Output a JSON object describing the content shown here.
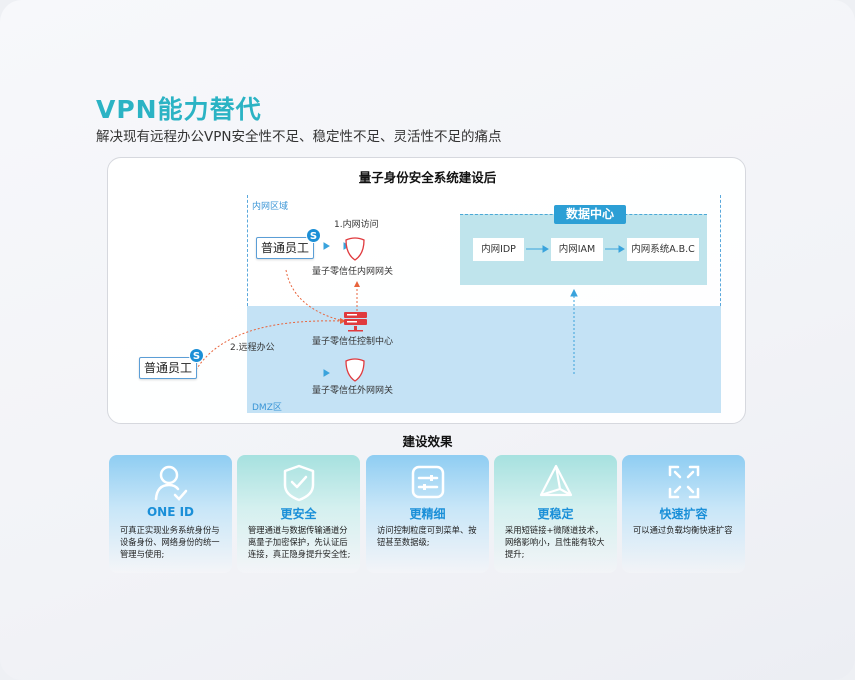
{
  "header": {
    "title": "VPN能力替代",
    "subtitle": "解决现有远程办公VPN安全性不足、稳定性不足、灵活性不足的痛点"
  },
  "diagram": {
    "title": "量子身份安全系统建设后",
    "intranet_zone": "内网区域",
    "dmz_zone": "DMZ区",
    "datacenter": {
      "label": "数据中心",
      "nodes": [
        "内网IDP",
        "内网IAM",
        "内网系统A.B.C"
      ]
    },
    "employee_label": "普通员工",
    "badge": "S",
    "step1": "1.内网访问",
    "step2": "2.远程办公",
    "inner_gateway": "量子零信任内网网关",
    "control_center": "量子零信任控制中心",
    "outer_gateway": "量子零信任外网网关",
    "colors": {
      "accent": "#2c9fd5",
      "danger": "#e03a3e",
      "dmz": "#c4e2f5"
    }
  },
  "effects": {
    "title": "建设效果",
    "cards": [
      {
        "icon": "user-check-icon",
        "title": "ONE ID",
        "text": "可真正实现业务系统身份与设备身份、网络身份的统一管理与使用;"
      },
      {
        "icon": "shield-check-icon",
        "title": "更安全",
        "text": "管理通道与数据传输通道分离量子加密保护，先认证后连接，真正隐身提升安全性;"
      },
      {
        "icon": "sliders-icon",
        "title": "更精细",
        "text": "访问控制粒度可到菜单、按钮甚至数据级;"
      },
      {
        "icon": "pyramid-icon",
        "title": "更稳定",
        "text": "采用短链接+微隧道技术，网络影响小，且性能有较大提升;"
      },
      {
        "icon": "expand-icon",
        "title": "快速扩容",
        "text": "可以通过负载均衡快速扩容"
      }
    ]
  }
}
